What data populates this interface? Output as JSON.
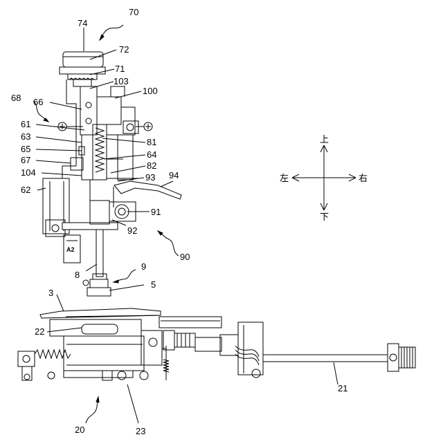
{
  "labels": {
    "l70": "70",
    "l74": "74",
    "l72": "72",
    "l71": "71",
    "l103": "103",
    "l100": "100",
    "l68": "68",
    "l66": "66",
    "l61": "61",
    "l63": "63",
    "l65": "65",
    "l67": "67",
    "l104": "104",
    "l62": "62",
    "l81": "81",
    "l64": "64",
    "l82": "82",
    "l93": "93",
    "l94": "94",
    "l91": "91",
    "l92": "92",
    "l90": "90",
    "l8": "8",
    "l9": "9",
    "l5": "5",
    "l3": "3",
    "l22": "22",
    "l21": "21",
    "l20": "20",
    "l23": "23"
  },
  "directions": {
    "up": "上",
    "down": "下",
    "left": "左",
    "right": "右"
  },
  "stamp": "A2"
}
